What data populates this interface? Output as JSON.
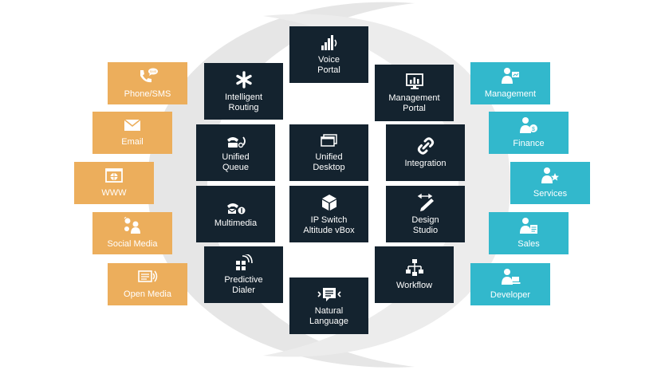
{
  "colors": {
    "core": "#14232f",
    "channel": "#ecae5c",
    "user": "#32b8cc",
    "ring": "#e6e6e6"
  },
  "core_modules": [
    {
      "label": "Voice\nPortal",
      "icon": "voice-bars-icon"
    },
    {
      "label": "Intelligent\nRouting",
      "icon": "asterisk-icon"
    },
    {
      "label": "Management\nPortal",
      "icon": "monitor-chart-icon"
    },
    {
      "label": "Unified\nQueue",
      "icon": "queue-phone-icon"
    },
    {
      "label": "Unified\nDesktop",
      "icon": "desktop-windows-icon"
    },
    {
      "label": "Integration",
      "icon": "link-icon"
    },
    {
      "label": "Multimedia",
      "icon": "multimedia-phone-icon"
    },
    {
      "label": "IP Switch\nAltitude vBox",
      "icon": "cube-icon"
    },
    {
      "label": "Design\nStudio",
      "icon": "pencil-arrows-icon"
    },
    {
      "label": "Predictive\nDialer",
      "icon": "grid-signal-icon"
    },
    {
      "label": "Workflow",
      "icon": "flowchart-icon"
    },
    {
      "label": "Natural\nLanguage",
      "icon": "speech-bubble-icon"
    }
  ],
  "channels": [
    {
      "label": "Phone/SMS",
      "icon": "phone-sms-icon"
    },
    {
      "label": "Email",
      "icon": "envelope-icon"
    },
    {
      "label": "WWW",
      "icon": "browser-icon"
    },
    {
      "label": "Social Media",
      "icon": "social-people-icon"
    },
    {
      "label": "Open Media",
      "icon": "open-media-icon"
    }
  ],
  "users": [
    {
      "label": "Management",
      "icon": "manager-icon"
    },
    {
      "label": "Finance",
      "icon": "finance-person-icon"
    },
    {
      "label": "Services",
      "icon": "services-person-icon"
    },
    {
      "label": "Sales",
      "icon": "sales-person-icon"
    },
    {
      "label": "Developer",
      "icon": "developer-person-icon"
    }
  ]
}
